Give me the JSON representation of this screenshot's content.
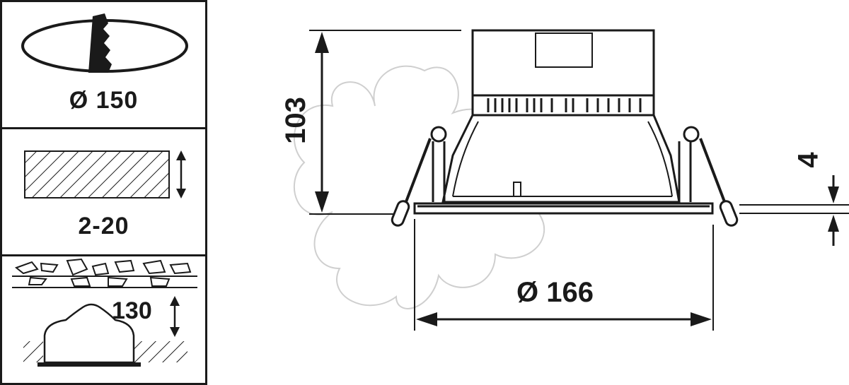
{
  "legend_panels": [
    {
      "label": "Ø 150",
      "icon": "cut-out-saw-icon"
    },
    {
      "label": "2-20",
      "icon": "ceiling-thickness-icon"
    },
    {
      "label": "130",
      "icon": "recess-depth-icon"
    }
  ],
  "dimensions": {
    "height": "103",
    "diameter": "Ø 166",
    "rim": "4"
  }
}
